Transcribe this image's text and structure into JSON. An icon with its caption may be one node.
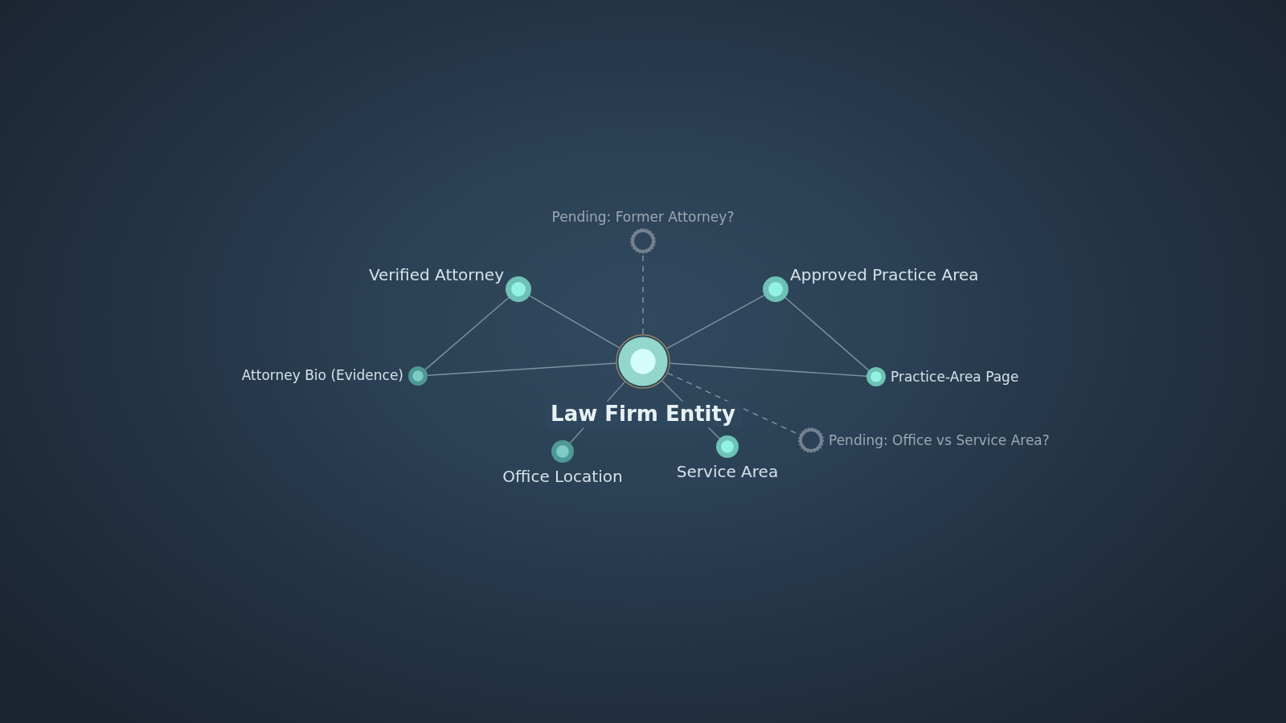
{
  "diagram": {
    "nodes": [
      {
        "text": [],
        "shape": "ring",
        "beside": [
          "Pending: Former Attorney?"
        ]
      },
      {
        "text": [],
        "shape": "circle",
        "beside": [
          "Verified Attorney"
        ]
      },
      {
        "text": [],
        "shape": "circle",
        "beside": [
          "Approved Practice Area"
        ]
      },
      {
        "text": [],
        "shape": "circle",
        "beside": [
          "Attorney Bio (Evidence)"
        ]
      },
      {
        "text": [],
        "shape": "circle",
        "beside": [
          "Law Firm Entity"
        ]
      },
      {
        "text": [],
        "shape": "circle",
        "beside": [
          "Practice-Area Page"
        ]
      },
      {
        "text": [],
        "shape": "circle",
        "beside": [
          "Office Location"
        ]
      },
      {
        "text": [],
        "shape": "circle",
        "beside": [
          "Service Area"
        ]
      },
      {
        "text": [],
        "shape": "ring",
        "beside": [
          "Pending: Office vs Service Area?"
        ]
      }
    ],
    "edges": [
      {
        "from": 4,
        "to": 1,
        "arrow": "none"
      },
      {
        "from": 4,
        "to": 2,
        "arrow": "none"
      },
      {
        "from": 1,
        "to": 3,
        "arrow": "none"
      },
      {
        "from": 4,
        "to": 3,
        "arrow": "none"
      },
      {
        "from": 2,
        "to": 5,
        "arrow": "none"
      },
      {
        "from": 4,
        "to": 5,
        "arrow": "none"
      },
      {
        "from": 4,
        "to": 6,
        "arrow": "none"
      },
      {
        "from": 4,
        "to": 7,
        "arrow": "none"
      },
      {
        "from": 4,
        "to": 0,
        "arrow": "none",
        "style": "dashed"
      },
      {
        "from": 4,
        "to": 8,
        "arrow": "none",
        "style": "dashed"
      }
    ]
  }
}
